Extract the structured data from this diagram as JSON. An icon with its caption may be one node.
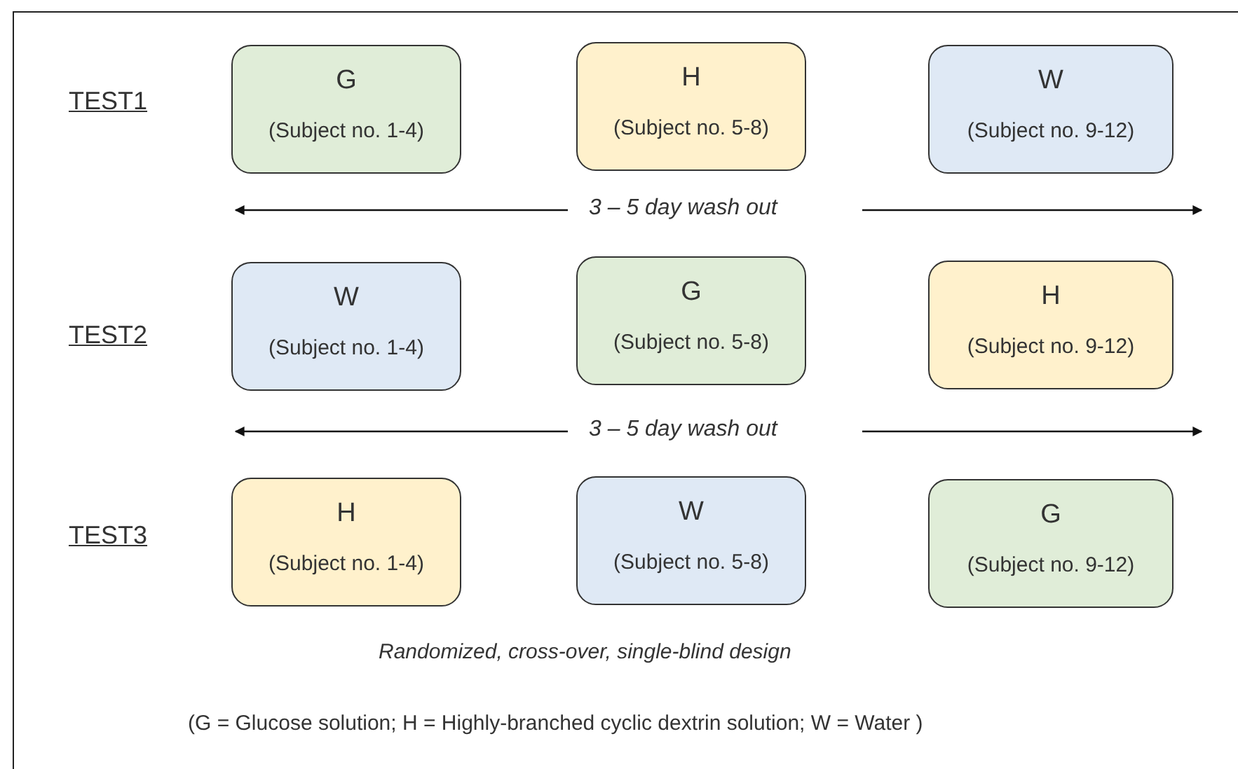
{
  "diagram": {
    "nodes": [
      {
        "text": [
          "G",
          "(Subject no. 1-4)"
        ]
      },
      {
        "text": [
          "H",
          "(Subject no. 5-8)"
        ]
      },
      {
        "text": [
          "W",
          "(Subject no. 9-12)"
        ]
      },
      {
        "text": [
          "W",
          "(Subject no. 1-4)"
        ]
      },
      {
        "text": [
          "G",
          "(Subject no. 5-8)"
        ]
      },
      {
        "text": [
          "H",
          "(Subject no. 9-12)"
        ]
      },
      {
        "text": [
          "H",
          "(Subject no. 1-4)"
        ]
      },
      {
        "text": [
          "W",
          "(Subject no. 5-8)"
        ]
      },
      {
        "text": [
          "G",
          "(Subject no. 9-12)"
        ]
      }
    ],
    "labels": [
      "TEST1",
      "3 – 5 day wash out",
      "TEST2",
      "3 – 5 day wash out",
      "TEST3",
      "Randomized, cross-over, single-blind design",
      "(G = Glucose solution; H = Highly-branched cyclic dextrin solution; W = Water )"
    ]
  }
}
